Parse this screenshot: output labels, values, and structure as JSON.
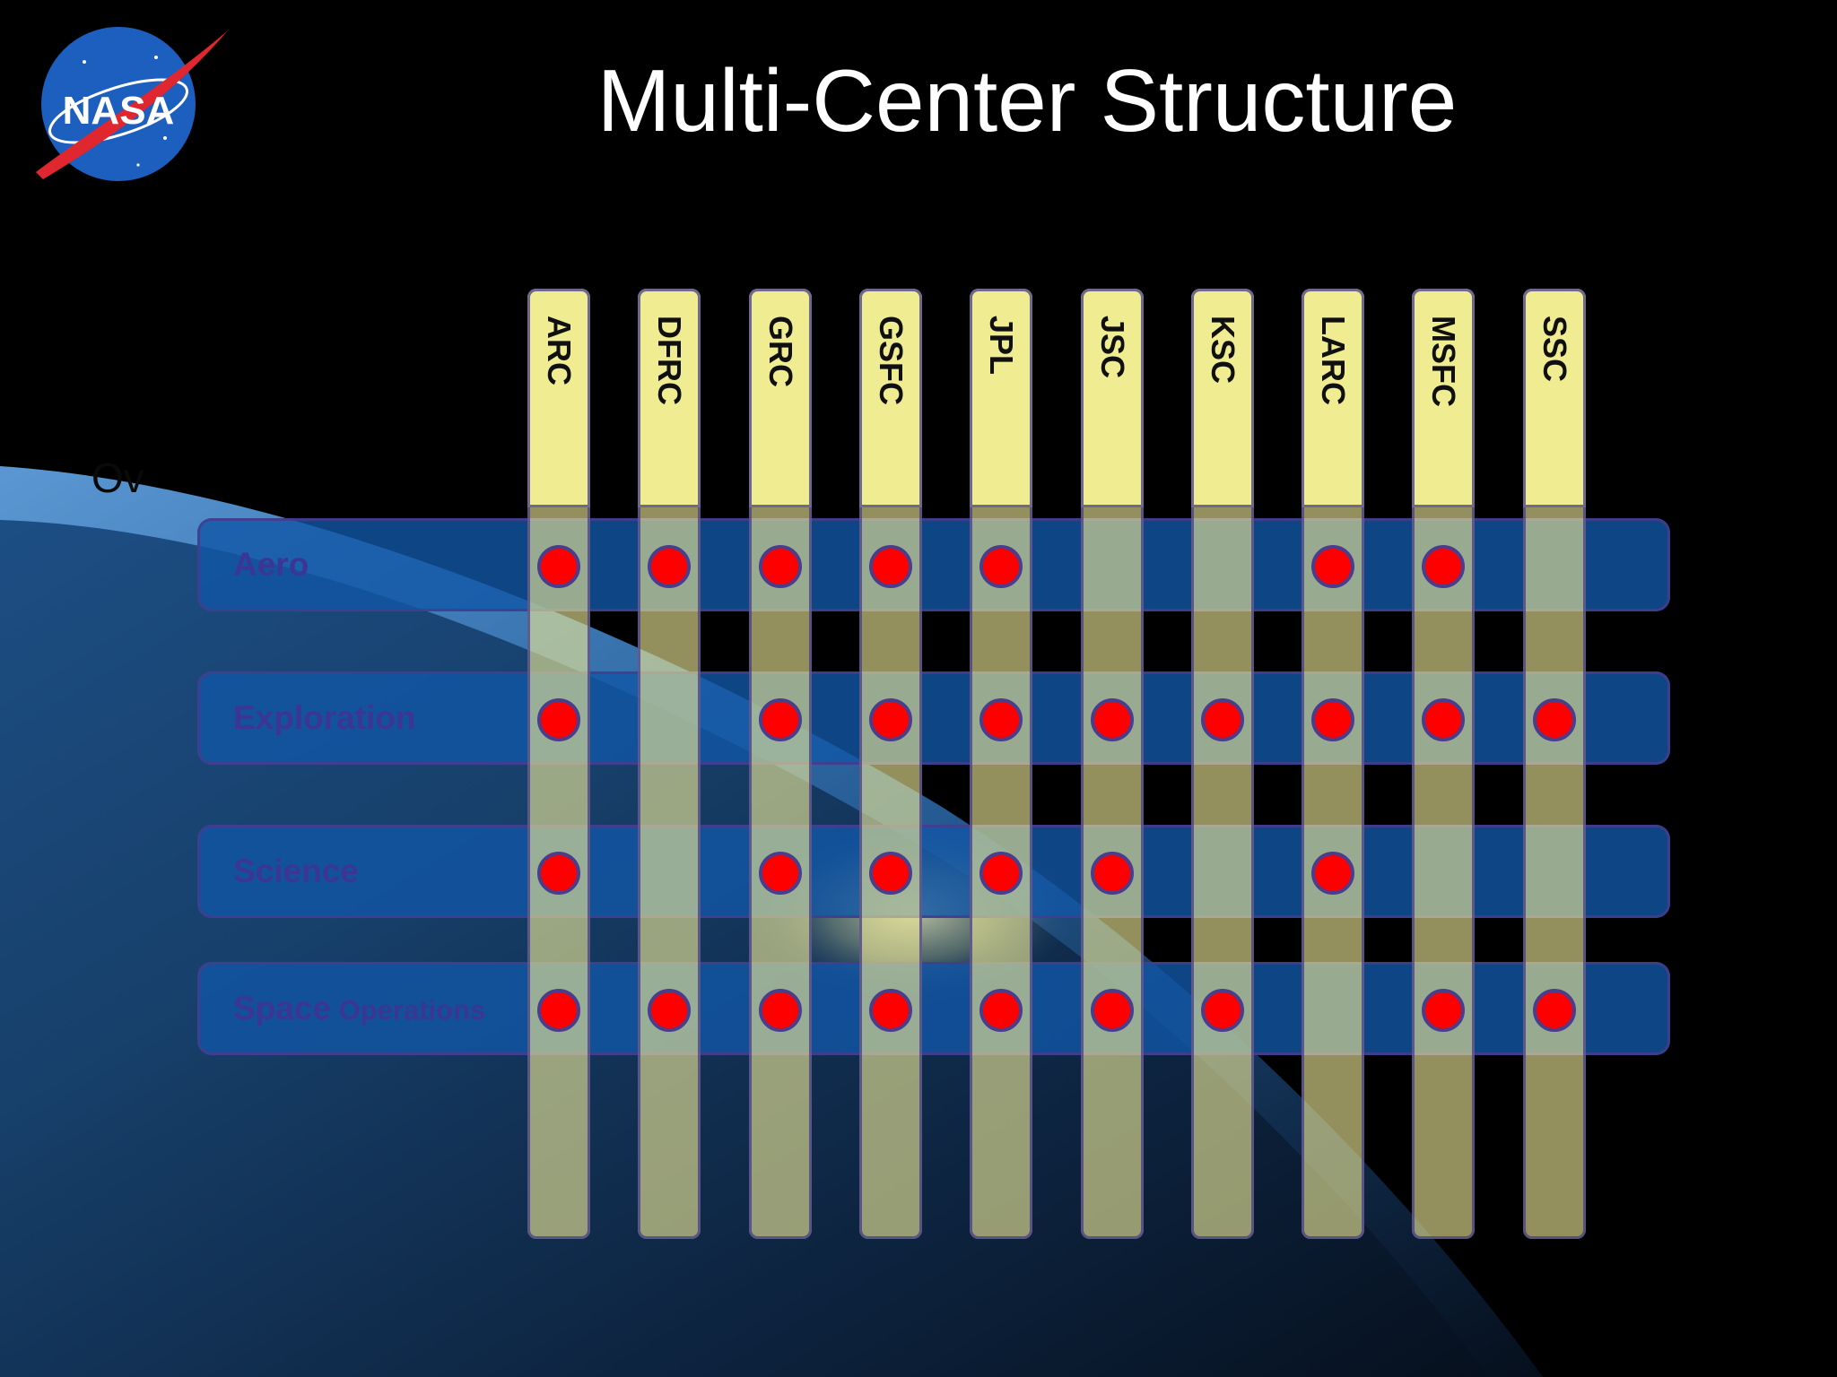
{
  "title": "Multi-Center Structure",
  "fragment_text": "Ov",
  "logo": {
    "wordmark": "NASA",
    "icon": "nasa-meatball-icon"
  },
  "colors": {
    "background": "#000000",
    "band": "#1256a6",
    "band_label": "#3b3596",
    "column": "#eee896",
    "column_head": "#efec92",
    "dot": "#ff0000",
    "outline": "#4a3d8c"
  },
  "centers": [
    "ARC",
    "DFRC",
    "GRC",
    "GSFC",
    "JPL",
    "JSC",
    "KSC",
    "LARC",
    "MSFC",
    "SSC"
  ],
  "directorates": [
    {
      "label_main": "Aero",
      "label_small": ""
    },
    {
      "label_main": "Exploration",
      "label_small": ""
    },
    {
      "label_main": "Science",
      "label_small": ""
    },
    {
      "label_main": "Space",
      "label_small": " Operations"
    }
  ],
  "matrix": [
    [
      1,
      1,
      1,
      1,
      1,
      0,
      0,
      1,
      1,
      0
    ],
    [
      1,
      0,
      1,
      1,
      1,
      1,
      1,
      1,
      1,
      1
    ],
    [
      1,
      0,
      1,
      1,
      1,
      1,
      0,
      1,
      0,
      0
    ],
    [
      1,
      1,
      1,
      1,
      1,
      1,
      1,
      0,
      1,
      1
    ]
  ]
}
